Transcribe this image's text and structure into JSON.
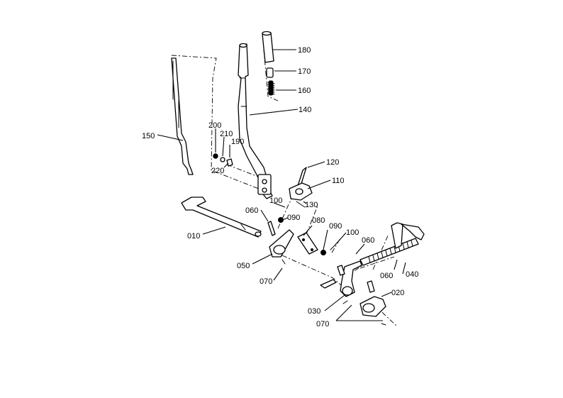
{
  "parts": {
    "p010": "010",
    "p020": "020",
    "p030": "030",
    "p040": "040",
    "p050": "050",
    "p060a": "060",
    "p060b": "060",
    "p060c": "060",
    "p070a": "070",
    "p070b": "070",
    "p080": "080",
    "p090a": "090",
    "p090b": "090",
    "p100a": "100",
    "p100b": "100",
    "p110": "110",
    "p120": "120",
    "p130": "130",
    "p140": "140",
    "p150": "150",
    "p160": "160",
    "p170": "170",
    "p180": "180",
    "p190": "190",
    "p200": "200",
    "p210": "210",
    "p220": "220"
  }
}
